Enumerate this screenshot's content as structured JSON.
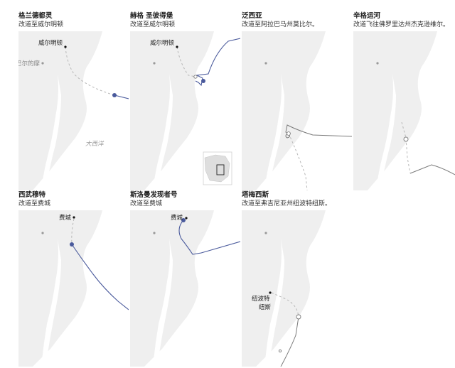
{
  "colors": {
    "land": "#efefef",
    "water": "#ffffff",
    "route_blue": "#4a5a9c",
    "route_gray": "#7a7a7a",
    "dashed": "#b8b8b8"
  },
  "panels": [
    {
      "title": "格兰德都灵",
      "subtitle": "改道至威尔明顿",
      "labels": {
        "city": "威尔明顿",
        "extra": "巴尔的摩",
        "ocean": "大西洋"
      }
    },
    {
      "title": "赫格 圣彼得堡",
      "subtitle": "改道至威尔明顿",
      "labels": {
        "city": "威尔明顿"
      }
    },
    {
      "title": "泛西亚",
      "subtitle": "改道至阿拉巴马州莫比尔。",
      "labels": {}
    },
    {
      "title": "辛格运河",
      "subtitle": "改道飞往佛罗里达州杰克逊维尔。",
      "labels": {}
    },
    {
      "title": "西武穆特",
      "subtitle": "改道至费城",
      "labels": {
        "city": "费城"
      }
    },
    {
      "title": "斯洛曼发现者号",
      "subtitle": "改道至费城",
      "labels": {
        "city": "费城"
      }
    },
    {
      "title": "塔梅西斯",
      "subtitle": "改道至弗吉尼亚州纽波特纽斯。",
      "labels": {
        "city_line1": "纽波特",
        "city_line2": "纽斯"
      }
    }
  ]
}
